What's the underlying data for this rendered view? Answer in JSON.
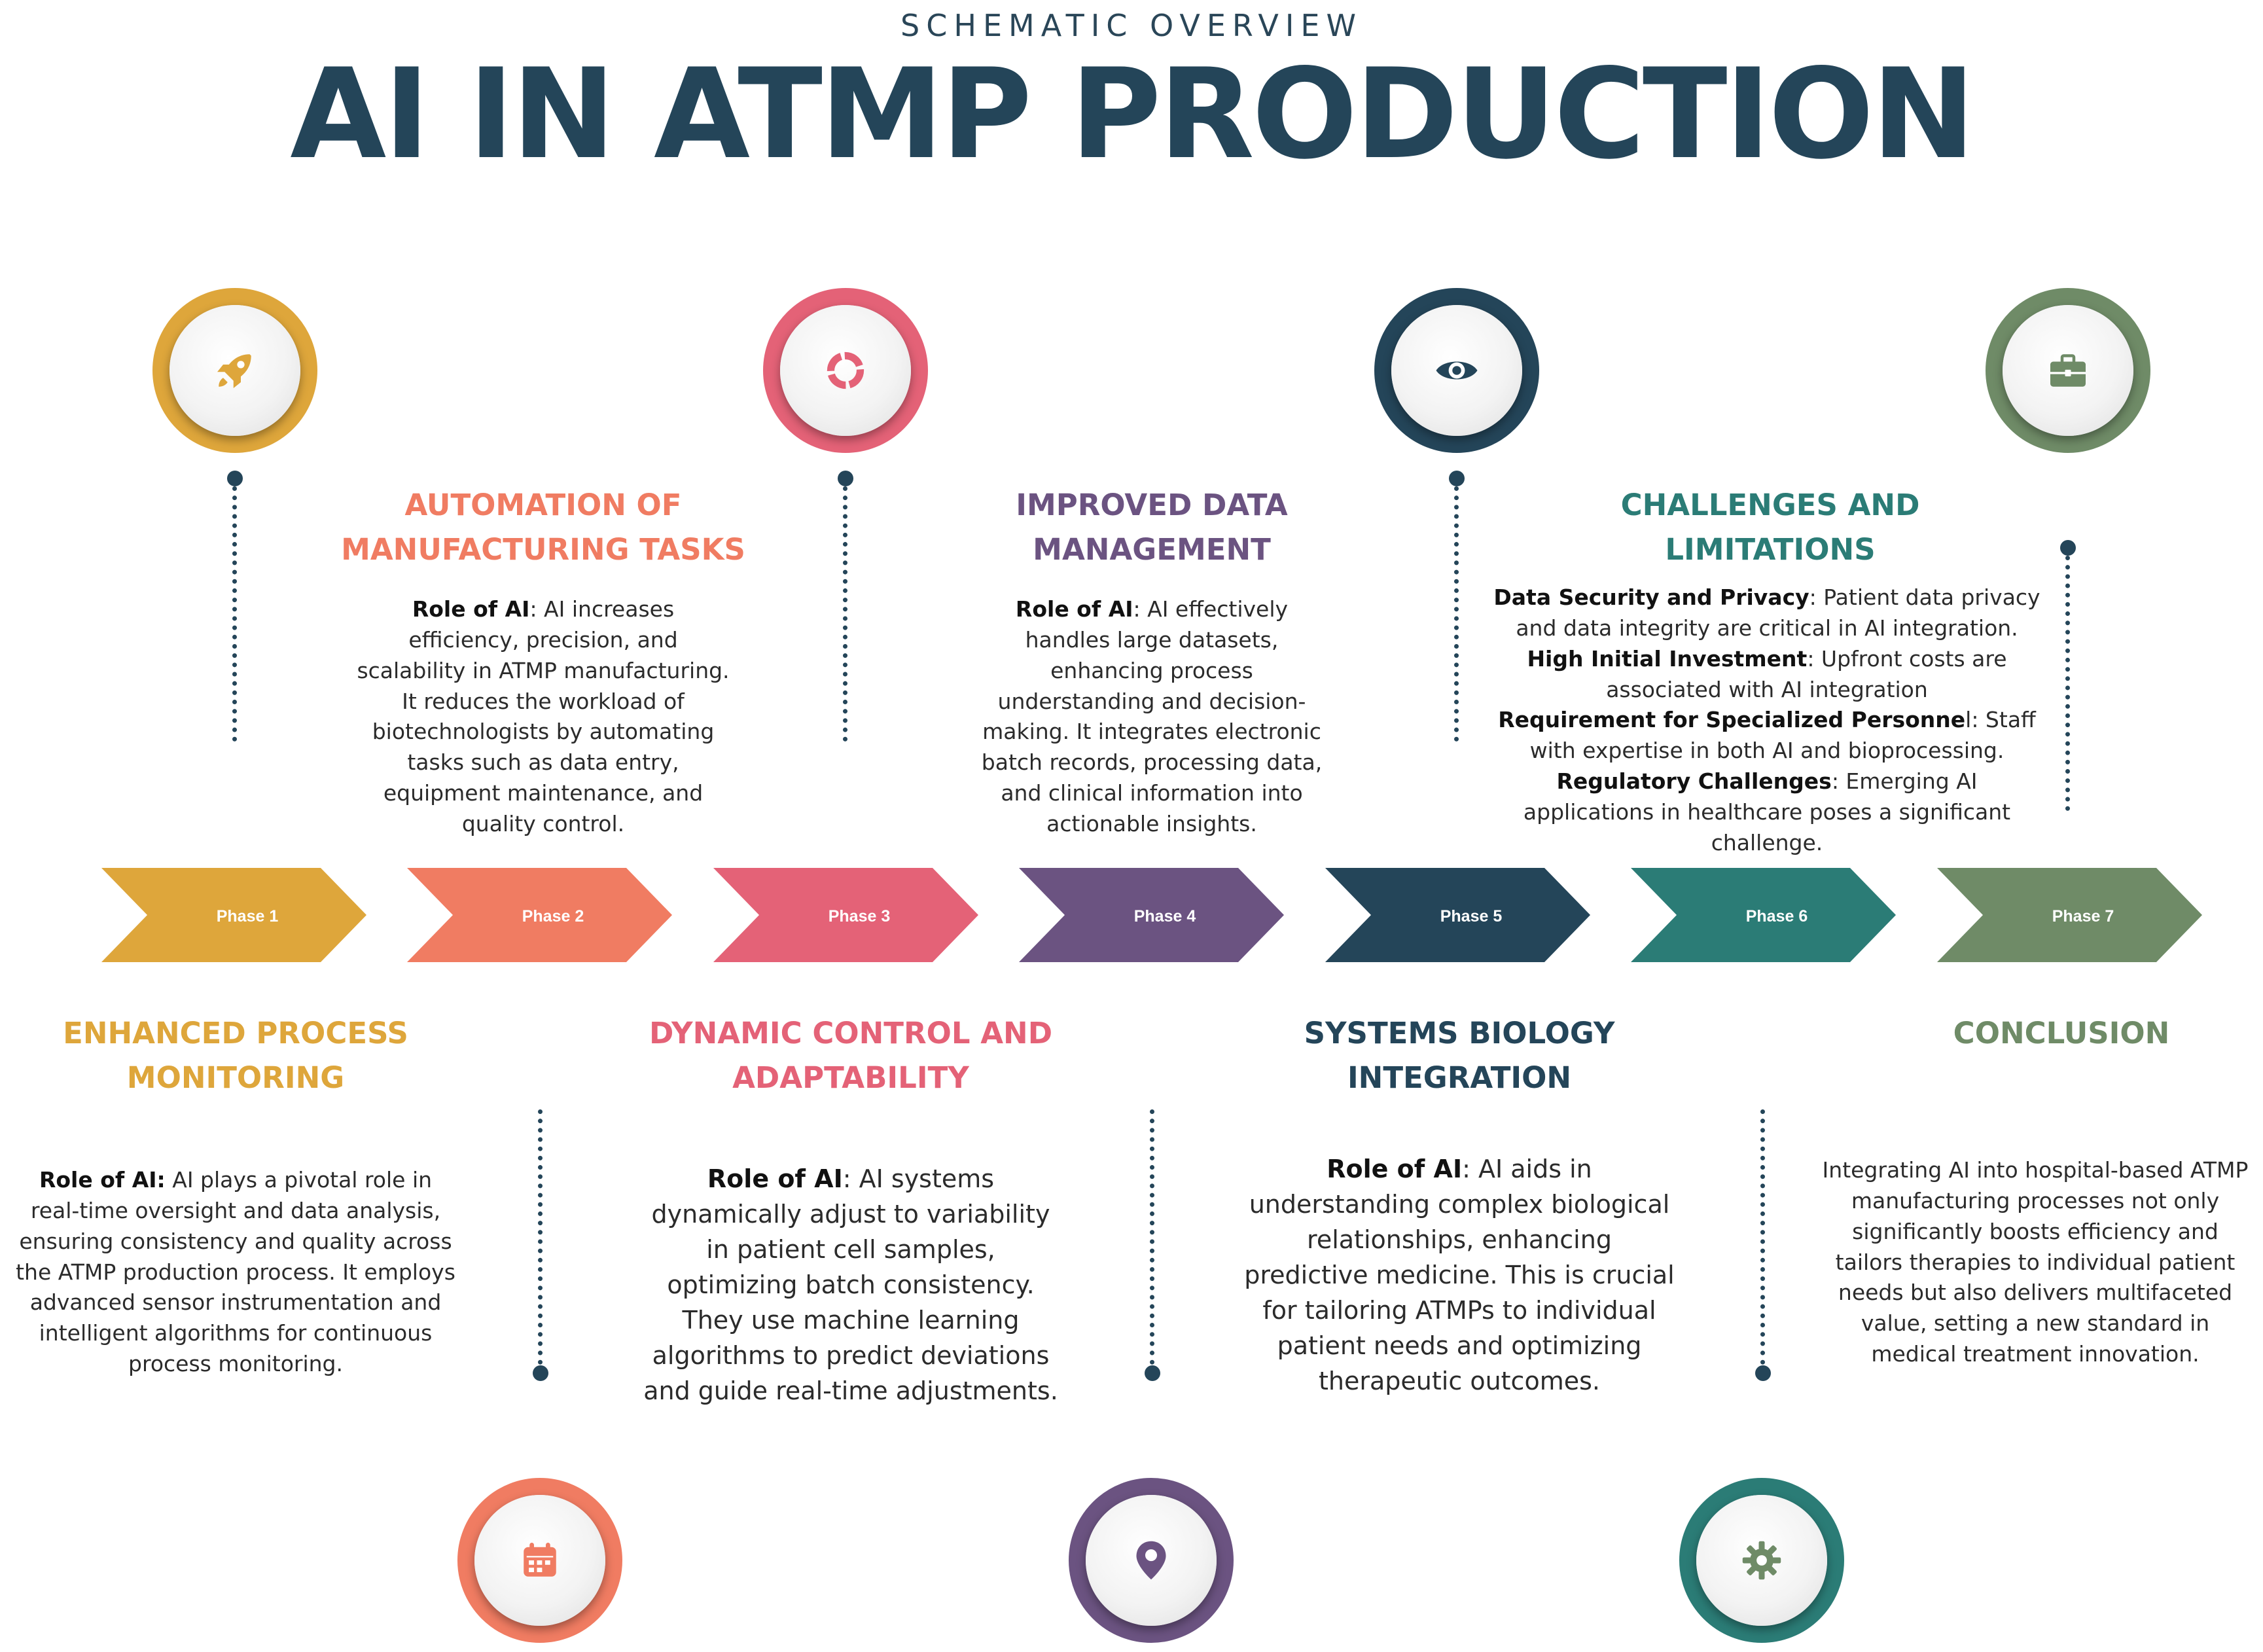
{
  "header": {
    "subtitle": "SCHEMATIC OVERVIEW",
    "title": "AI IN ATMP PRODUCTION"
  },
  "colors": {
    "phase1": "#dea63b",
    "phase2": "#f07c62",
    "phase3": "#e46277",
    "phase4": "#6b5381",
    "phase5": "#244559",
    "phase6": "#2b7c76",
    "phase7": "#6f8b67",
    "connector": "#244559"
  },
  "phases": [
    {
      "label": "Phase 1",
      "icon": "rocket-icon"
    },
    {
      "label": "Phase 2",
      "icon": "calendar-icon"
    },
    {
      "label": "Phase 3",
      "icon": "ring-chart-icon"
    },
    {
      "label": "Phase 4",
      "icon": "location-pin-icon"
    },
    {
      "label": "Phase 5",
      "icon": "eye-icon"
    },
    {
      "label": "Phase 6",
      "icon": "gear-icon"
    },
    {
      "label": "Phase 7",
      "icon": "briefcase-icon"
    }
  ],
  "sections": {
    "s1": {
      "heading": "ENHANCED PROCESS\nMONITORING",
      "lead": "Role of AI:",
      "text": " AI plays a pivotal role in real-time oversight and data analysis, ensuring consistency and quality across the ATMP production process. It employs advanced sensor instrumentation and intelligent algorithms for continuous process monitoring."
    },
    "s2": {
      "heading": "AUTOMATION OF\nMANUFACTURING TASKS",
      "lead": "Role of AI",
      "text": ": AI increases efficiency, precision, and scalability in ATMP manufacturing. It reduces the workload of biotechnologists by automating tasks such as data entry, equipment maintenance, and quality control."
    },
    "s3": {
      "heading": "DYNAMIC CONTROL AND\nADAPTABILITY",
      "lead": "Role of AI",
      "text": ": AI systems dynamically adjust to variability in patient cell samples, optimizing batch consistency. They use machine learning algorithms to predict deviations and guide real-time adjustments."
    },
    "s4": {
      "heading": "IMPROVED DATA\nMANAGEMENT",
      "lead": "Role of AI",
      "text": ": AI effectively handles large datasets, enhancing process understanding and decision-making. It integrates electronic batch records, processing data, and clinical information into actionable insights."
    },
    "s5": {
      "heading": "SYSTEMS BIOLOGY\nINTEGRATION",
      "lead": "Role of AI",
      "text": ": AI aids in understanding complex biological relationships, enhancing predictive medicine. This is crucial for tailoring ATMPs to individual patient needs and optimizing therapeutic outcomes."
    },
    "s6": {
      "heading": "CHALLENGES AND\nLIMITATIONS",
      "items": [
        {
          "lead": "Data Security and Privacy",
          "text": ": Patient data privacy and data integrity are critical in AI integration."
        },
        {
          "lead": "High Initial Investment",
          "text": ": Upfront costs are associated with AI integration"
        },
        {
          "lead": "Requirement for Specialized Personne",
          "text": "l: Staff with expertise in both AI and bioprocessing."
        },
        {
          "lead": "Regulatory Challenges",
          "text": ": Emerging AI applications in healthcare poses a significant challenge."
        }
      ]
    },
    "s7": {
      "heading": "CONCLUSION",
      "text": "Integrating AI into hospital-based ATMP manufacturing processes not only significantly boosts efficiency and tailors therapies to individual patient needs but also delivers multifaceted value, setting a new standard in medical treatment innovation."
    }
  }
}
